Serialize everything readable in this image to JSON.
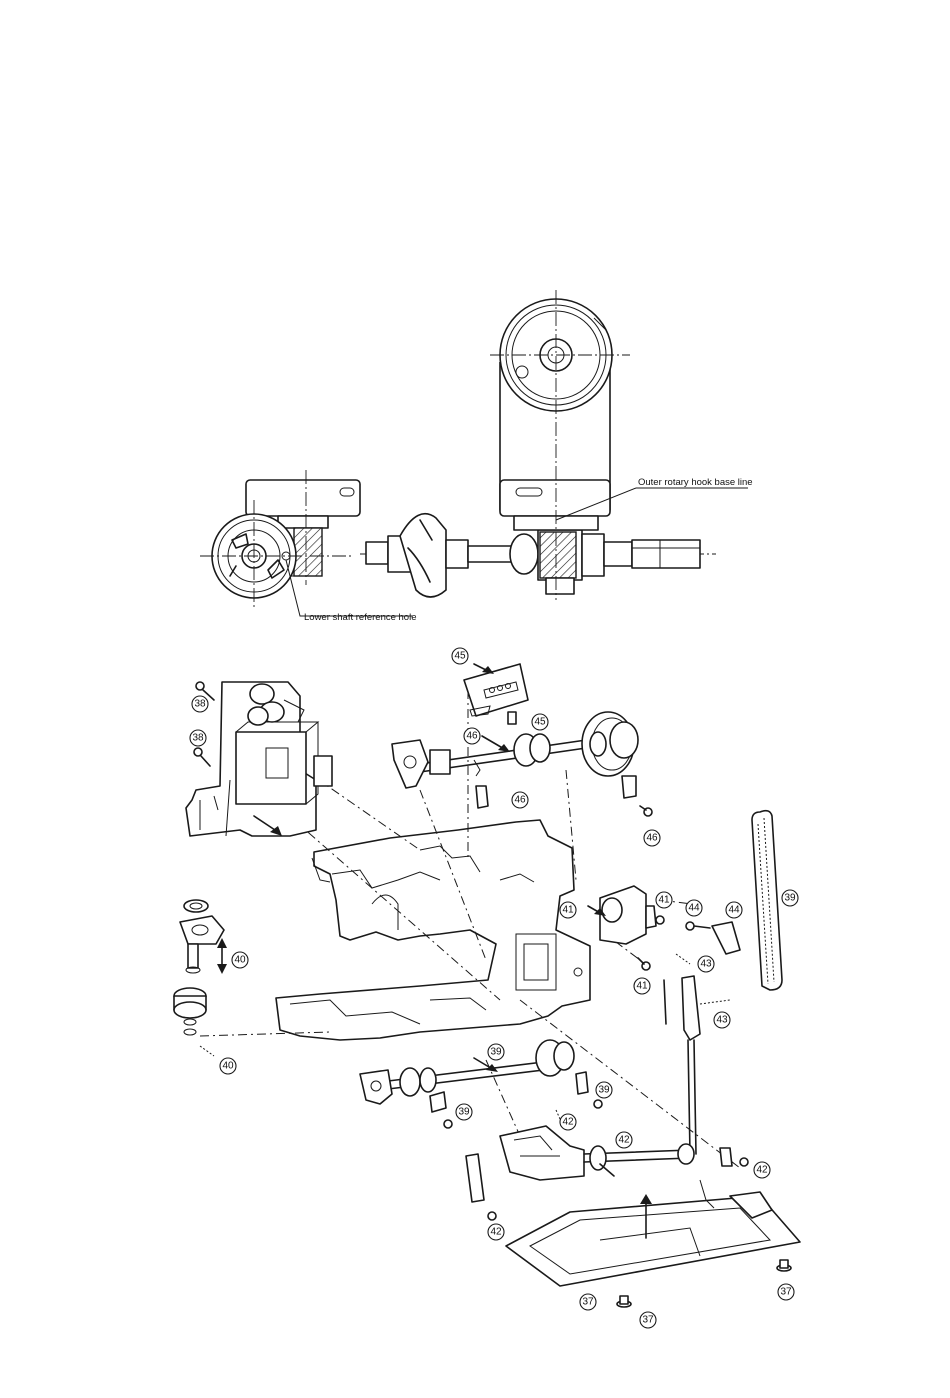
{
  "labels": {
    "outer_hook_base_line": "Outer rotary hook base line",
    "lower_shaft_reference_hole": "Lower shaft reference hole"
  },
  "callouts": [
    {
      "id": "c45a",
      "text": "45"
    },
    {
      "id": "c45b",
      "text": "45"
    },
    {
      "id": "c46a",
      "text": "46"
    },
    {
      "id": "c46b",
      "text": "46"
    },
    {
      "id": "c46c",
      "text": "46"
    },
    {
      "id": "c38a",
      "text": "38"
    },
    {
      "id": "c38b",
      "text": "38"
    },
    {
      "id": "c39a",
      "text": "39"
    },
    {
      "id": "c39b",
      "text": "39"
    },
    {
      "id": "c39c",
      "text": "39"
    },
    {
      "id": "c39d",
      "text": "39"
    },
    {
      "id": "c40a",
      "text": "40"
    },
    {
      "id": "c40b",
      "text": "40"
    },
    {
      "id": "c41a",
      "text": "41"
    },
    {
      "id": "c41b",
      "text": "41"
    },
    {
      "id": "c41c",
      "text": "41"
    },
    {
      "id": "c44a",
      "text": "44"
    },
    {
      "id": "c44b",
      "text": "44"
    },
    {
      "id": "c43a",
      "text": "43"
    },
    {
      "id": "c43b",
      "text": "43"
    },
    {
      "id": "c42a",
      "text": "42"
    },
    {
      "id": "c42b",
      "text": "42"
    },
    {
      "id": "c42c",
      "text": "42"
    },
    {
      "id": "c42d",
      "text": "42"
    },
    {
      "id": "c37a",
      "text": "37"
    },
    {
      "id": "c37b",
      "text": "37"
    },
    {
      "id": "c37c",
      "text": "37"
    }
  ]
}
